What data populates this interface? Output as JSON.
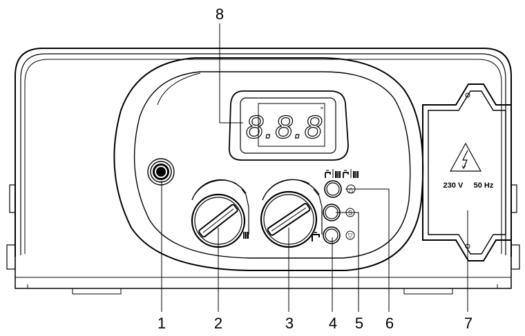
{
  "callouts": [
    "1",
    "2",
    "3",
    "4",
    "5",
    "6",
    "7",
    "8"
  ],
  "display": {
    "digits": "8.8.8",
    "indicator": "°"
  },
  "buttons": {
    "up": "△",
    "set": "S",
    "down": "▽"
  },
  "mode_icons": {
    "top_row": [
      "tap-radiator-icon",
      "radiator-icon",
      "tap-radiator-icon",
      "radiator-icon"
    ],
    "dial2": "radiator-icon",
    "dial3": "tap-icon"
  },
  "fuse_cover": {
    "warning_icon": "high-voltage-icon",
    "voltage": "230 V",
    "frequency": "50 Hz"
  },
  "colors": {
    "line": "#000000",
    "background": "#ffffff",
    "panel": "#ffffff"
  }
}
